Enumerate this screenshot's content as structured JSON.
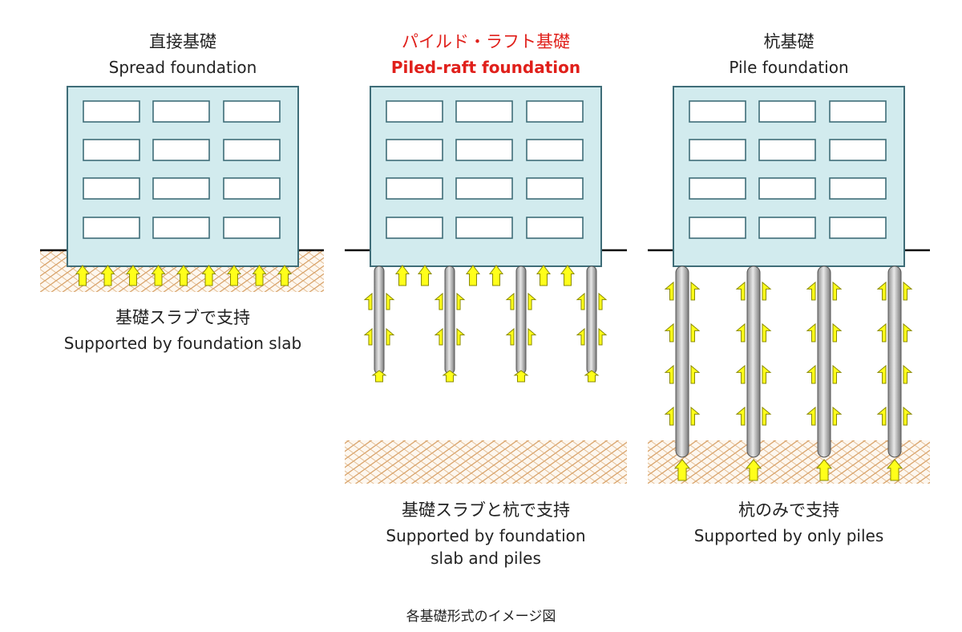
{
  "colors": {
    "building": "#d2ebee",
    "building_border": "#3f6d78",
    "window": "#ffffff",
    "ground_hatch": "#d9a36a",
    "arrow_fill": "#ffff1a",
    "arrow_stroke": "#8a8a00",
    "pile": "#b8b8b8",
    "accent_red": "#e0201b"
  },
  "panels": [
    {
      "title_jp": "直接基礎",
      "title_en": "Spread foundation",
      "desc_jp": "基礎スラブで支持",
      "desc_en_1": "Supported by foundation slab",
      "desc_en_2": ""
    },
    {
      "title_jp": "パイルド・ラフト基礎",
      "title_en": "Piled-raft foundation",
      "desc_jp": "基礎スラブと杭で支持",
      "desc_en_1": "Supported by foundation",
      "desc_en_2": "slab and piles"
    },
    {
      "title_jp": "杭基礎",
      "title_en": "Pile foundation",
      "desc_jp": "杭のみで支持",
      "desc_en_1": "Supported by only piles",
      "desc_en_2": ""
    }
  ],
  "caption": "各基礎形式のイメージ図"
}
